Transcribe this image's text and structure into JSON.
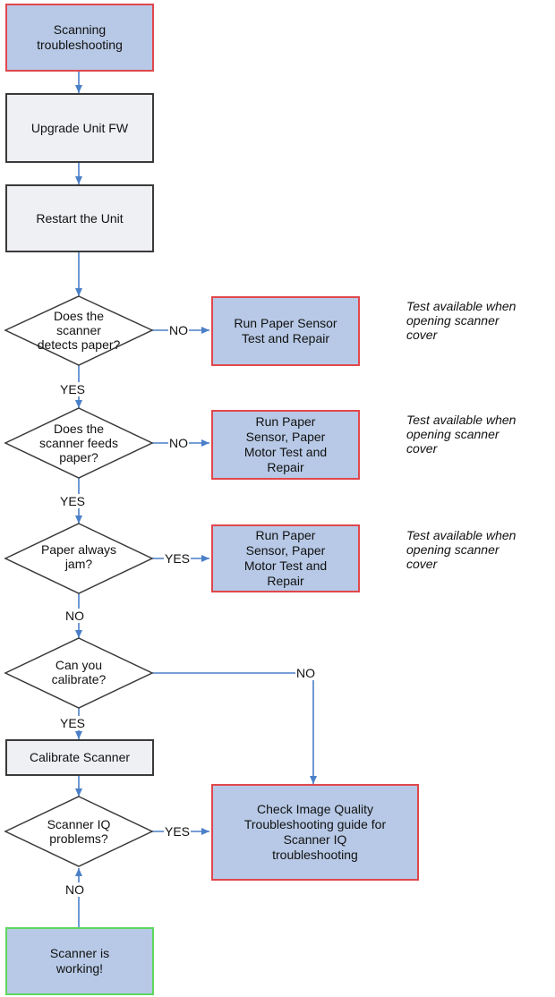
{
  "nodes": {
    "start": "Scanning\ntroubleshooting",
    "upgrade_fw": "Upgrade Unit FW",
    "restart": "Restart the Unit",
    "q_detects": "Does the\nscanner\ndetects paper?",
    "q_feeds": "Does the\nscanner feeds\npaper?",
    "q_jam": "Paper always\njam?",
    "q_calibrate": "Can you\ncalibrate?",
    "calibrate": "Calibrate Scanner",
    "q_iq": "Scanner IQ\nproblems?",
    "working": "Scanner is\nworking!",
    "action_sensor": "Run Paper Sensor\nTest and Repair",
    "action_motor_1": "Run Paper\nSensor, Paper\nMotor Test and\nRepair",
    "action_motor_2": "Run Paper\nSensor, Paper\nMotor Test and\nRepair",
    "action_iq": "Check Image Quality\nTroubleshooting guide for\nScanner IQ\ntroubleshooting"
  },
  "edge_labels": {
    "detects_no": "NO",
    "detects_yes": "YES",
    "feeds_no": "NO",
    "feeds_yes": "YES",
    "jam_yes": "YES",
    "jam_no": "NO",
    "calibrate_no": "NO",
    "calibrate_yes": "YES",
    "iq_yes": "YES",
    "iq_no": "NO"
  },
  "notes": {
    "note_1": "Test available when\nopening scanner\ncover",
    "note_2": "Test available when\nopening scanner\ncover",
    "note_3": "Test available when\nopening scanner\ncover"
  },
  "colors": {
    "process_fill": "#b7c9e6",
    "process_border": "#e0474c",
    "neutral_fill": "#eef0f4",
    "end_border": "#5fd65f",
    "connector": "#4a7fc8"
  }
}
